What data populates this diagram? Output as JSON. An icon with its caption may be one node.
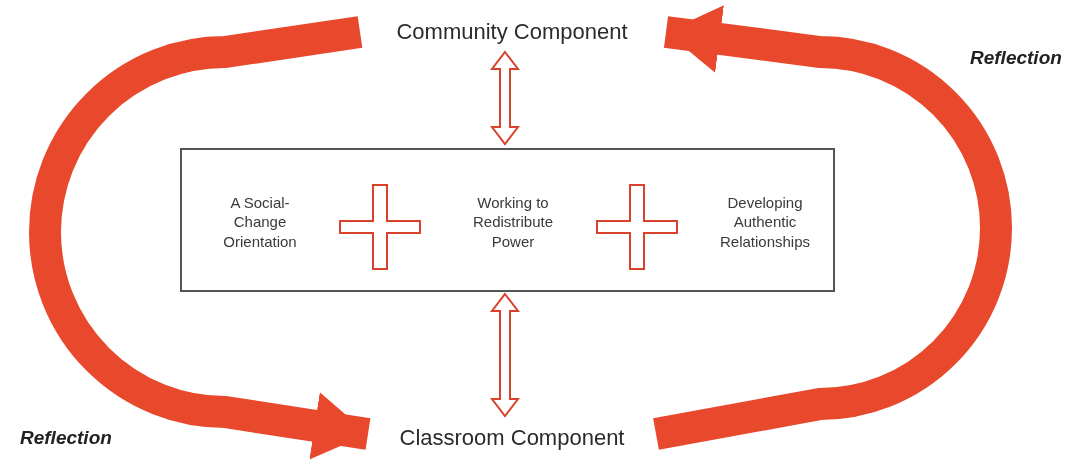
{
  "diagram": {
    "nodes": [
      {
        "text": [
          "Community Component"
        ]
      },
      {
        "text": [],
        "shape": "box"
      },
      {
        "text": [
          "A Social-Change Orientation"
        ],
        "in": 1
      },
      {
        "text": [
          "Working to Redistribute Power"
        ],
        "in": 1
      },
      {
        "text": [
          "Developing Authentic Relationships"
        ],
        "in": 1
      },
      {
        "text": [
          "Classroom Component"
        ]
      }
    ],
    "edges": [
      {
        "from": 0,
        "to": 1,
        "arrow": "both"
      },
      {
        "from": 1,
        "to": 5,
        "arrow": "both"
      },
      {
        "from": 0,
        "to": 5,
        "arrow": "to",
        "label": "Reflection",
        "color": "#e8482c"
      },
      {
        "from": 5,
        "to": 0,
        "arrow": "to",
        "label": "Reflection",
        "color": "#e8482c"
      }
    ]
  }
}
